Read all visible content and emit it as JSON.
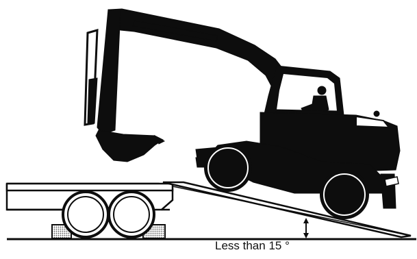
{
  "diagram": {
    "caption": "Less than 15 °",
    "colors": {
      "ink": "#0d0d0d",
      "paper": "#ffffff",
      "chock_fill": "#9a9a9a"
    },
    "parts": [
      "trailer-bed",
      "trailer-wheels",
      "wheel-chocks",
      "loading-ramp",
      "wheeled-excavator",
      "ground-line",
      "angle-indicator-arrow"
    ]
  }
}
